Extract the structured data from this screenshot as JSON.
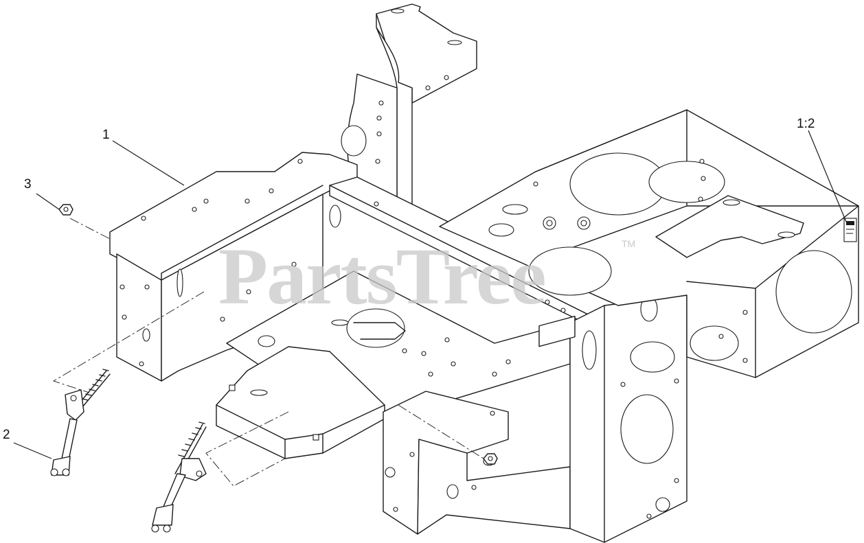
{
  "watermark": {
    "text": "PartsTree",
    "trademark": "TM"
  },
  "callouts": [
    "1",
    "3",
    "2",
    "1:2"
  ]
}
